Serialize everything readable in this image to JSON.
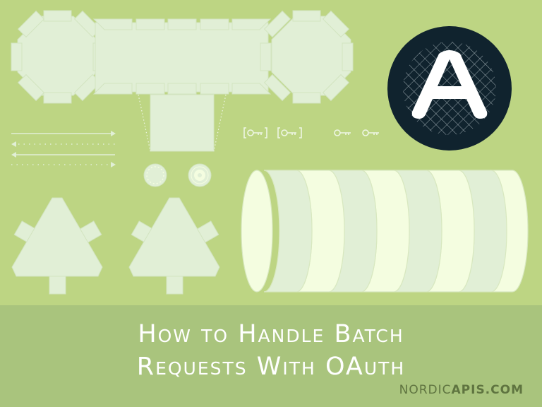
{
  "banner": {
    "title_line1": "How to Handle Batch",
    "title_line2": "Requests With OAuth",
    "brand_light": "NORDIC",
    "brand_bold": "APIS.COM"
  },
  "illustration": {
    "elements": [
      "table-with-chairs",
      "arrows",
      "keys",
      "coins",
      "tree-shapes",
      "segmented-cylinder"
    ],
    "logo_letter": "A"
  },
  "colors": {
    "background": "#bdd583",
    "banner": "#a9c47d",
    "shape_fill": "#e1efd6",
    "cylinder_light": "#f4fde0",
    "logo_circle": "#10232e",
    "title_text": "#ffffff",
    "brand_text": "#5f7440"
  }
}
